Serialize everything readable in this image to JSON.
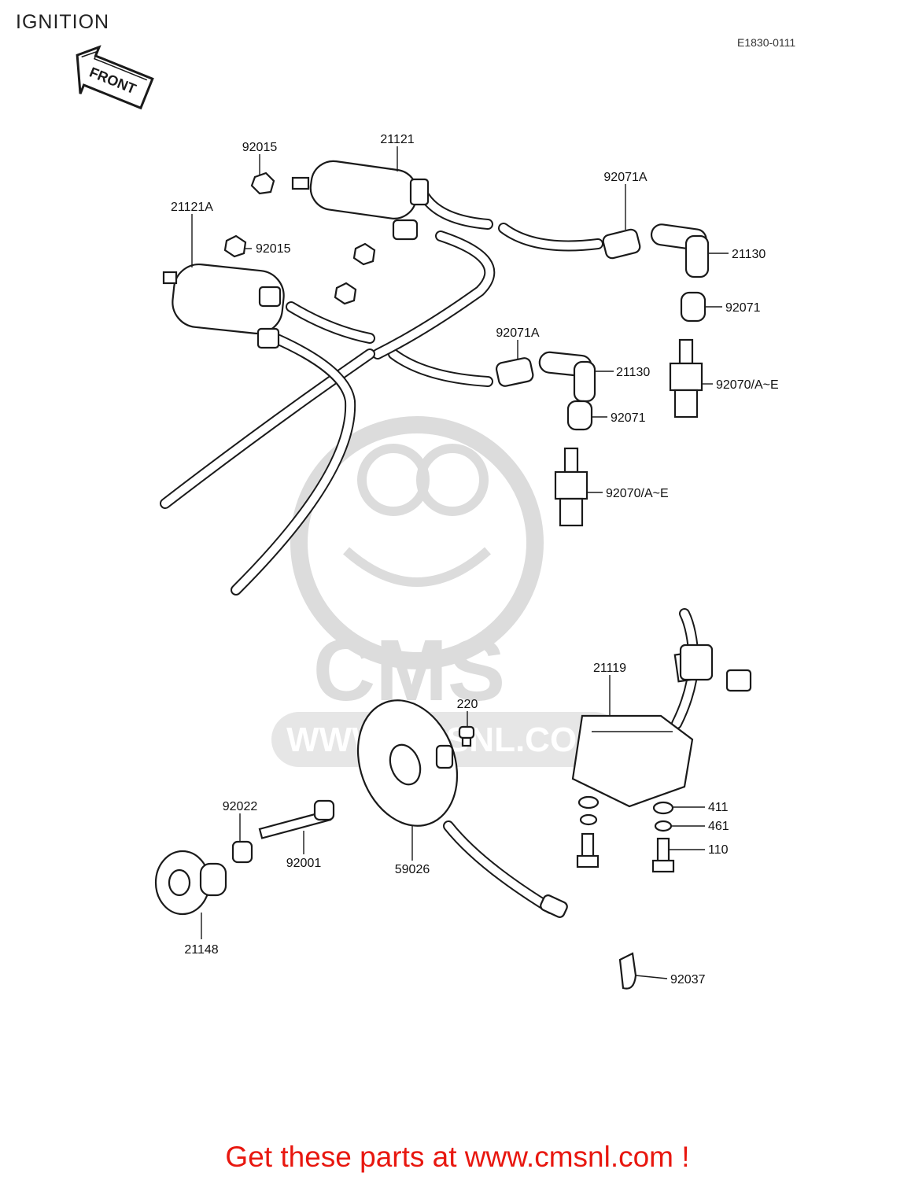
{
  "title": "IGNITION",
  "diagram_code": "E1830-0111",
  "front_arrow": {
    "label": "FRONT",
    "icon": "front-arrow-icon"
  },
  "watermark": {
    "brand": "CMS",
    "url": "WWW.CMSNL.COM"
  },
  "callouts": {
    "c92015a": "92015",
    "c21121": "21121",
    "c21121a": "21121A",
    "c92015b": "92015",
    "c92071a_1": "92071A",
    "c21130_1": "21130",
    "c92071_1": "92071",
    "c92071a_2": "92071A",
    "c21130_2": "21130",
    "c92070_1": "92070/A~E",
    "c92071_2": "92071",
    "c92070_2": "92070/A~E",
    "c21119": "21119",
    "c220": "220",
    "c92022": "92022",
    "c92001": "92001",
    "c59026": "59026",
    "c411": "411",
    "c461": "461",
    "c110": "110",
    "c21148": "21148",
    "c92037": "92037"
  },
  "banner": "Get these parts at www.cmsnl.com !",
  "colors": {
    "banner": "#e8170f",
    "line_art": "#1a1a1a",
    "watermark": "#dcdcdc"
  }
}
